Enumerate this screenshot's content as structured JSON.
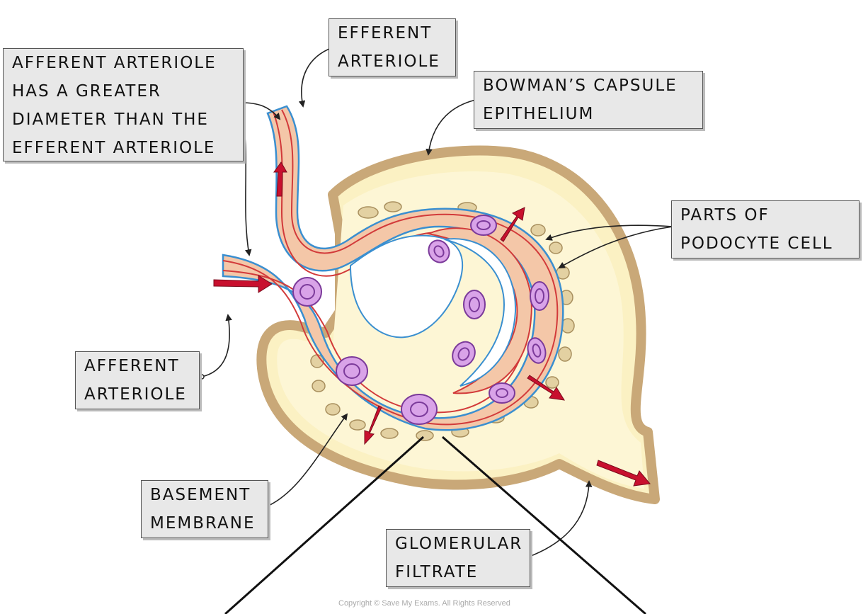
{
  "labels": {
    "efferent_arteriole": "EFFERENT\nARTERIOLE",
    "afferent_diameter_note": "AFFERENT ARTERIOLE\nHAS A GREATER\nDIAMETER THAN THE\nEFFERENT ARTERIOLE",
    "bowmans_capsule": "BOWMAN’S CAPSULE\nEPITHELIUM",
    "podocyte": "PARTS OF\nPODOCYTE CELL",
    "afferent_arteriole": "AFFERENT\nARTERIOLE",
    "basement_membrane": "BASEMENT\nMEMBRANE",
    "glomerular_filtrate": "GLOMERULAR\nFILTRATE"
  },
  "copyright": "Copyright © Save My Exams. All Rights Reserved",
  "colors": {
    "capsule_wall": "#d2b48c",
    "capsule_fill": "#fbf1c3",
    "vessel_fill": "#f4c7a8",
    "endothelium": "#d23a3a",
    "basement_membrane": "#3a8fd0",
    "arrow": "#c8102e",
    "cell_fill": "#d9a3e8",
    "cell_border": "#7b3a9a",
    "label_bg": "#e8e8e8"
  }
}
